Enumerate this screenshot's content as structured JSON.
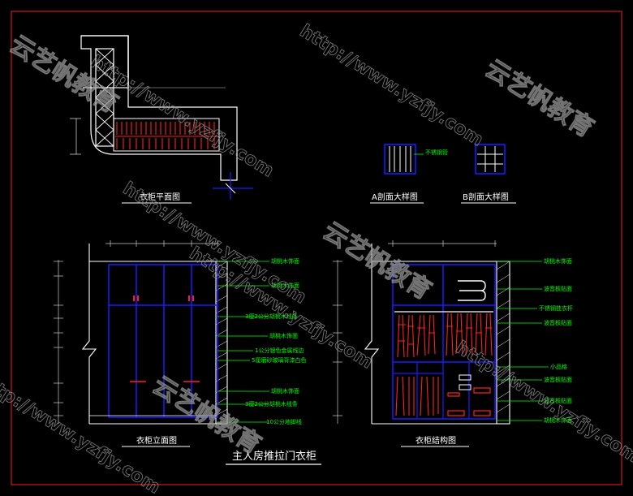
{
  "titles": {
    "main": "主人房推拉门衣柜",
    "plan": "衣柜平面图",
    "elevation": "衣柜立面图",
    "structure": "衣柜结构图",
    "section_a": "A剖面大样图",
    "section_b": "B剖面大样图",
    "section_note": "不锈钢管"
  },
  "elevation_notes": [
    "胡桃木饰面",
    "胡桃木饰面",
    "3厘2公分胡桃木线条",
    "胡桃木饰面",
    "1公分银色金属线边",
    "5厘磨砂玻璃背漆白色",
    "胡桃木饰面",
    "3厘2公分胡桃木线条",
    "10公分地脚线"
  ],
  "structure_notes": [
    "胡桃木饰面",
    "波音板贴面",
    "不锈钢挂衣杆",
    "波音板贴面",
    "小品格",
    "波音板贴面",
    "波音板贴面",
    "胡桃木饰面"
  ],
  "watermark": {
    "url": "http://www.yzfjy.com",
    "brand": "云艺帆教育"
  },
  "colors": {
    "background": "#000000",
    "border": "#d01818",
    "wall": "#ffffff",
    "panel": "#1a1aff",
    "hatch": "#ff2020",
    "annotation": "#00ff00",
    "dimension": "#c8c8c8",
    "title_underline": "#ffffff",
    "watermark": "#9a9a9a"
  }
}
